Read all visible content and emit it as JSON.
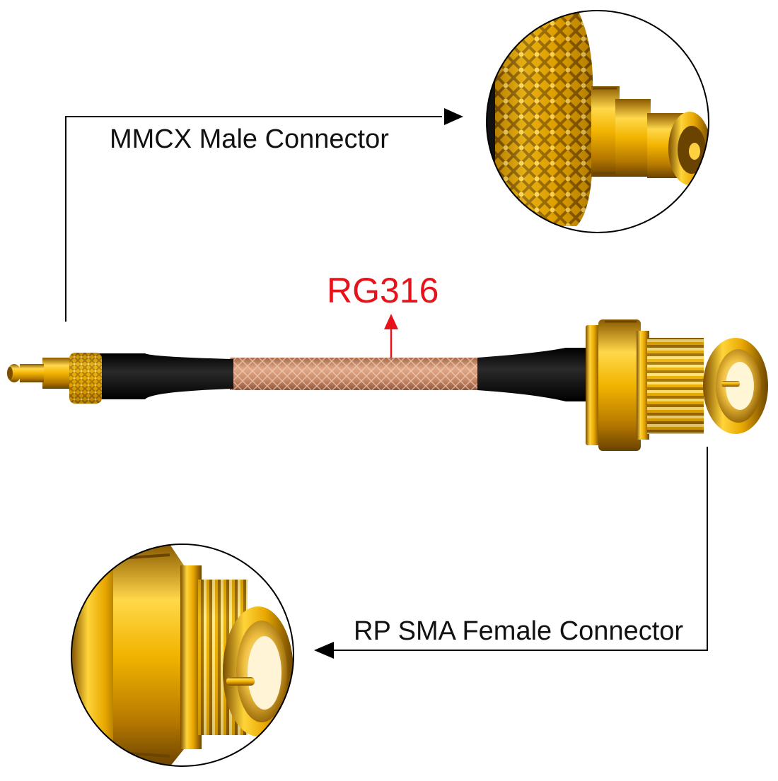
{
  "labels": {
    "top_connector": "MMCX Male Connector",
    "cable_type": "RG316",
    "bottom_connector": "RP SMA Female Connector"
  },
  "colors": {
    "cable_label": "#e8121a",
    "gold": "#e0a800",
    "cable_jacket": "#c98a66",
    "heatshrink": "#0a0a0a",
    "callout_lines": "#000000"
  },
  "icons": {
    "top_zoom": "mmcx-connector-closeup",
    "bottom_zoom": "rp-sma-connector-closeup"
  }
}
